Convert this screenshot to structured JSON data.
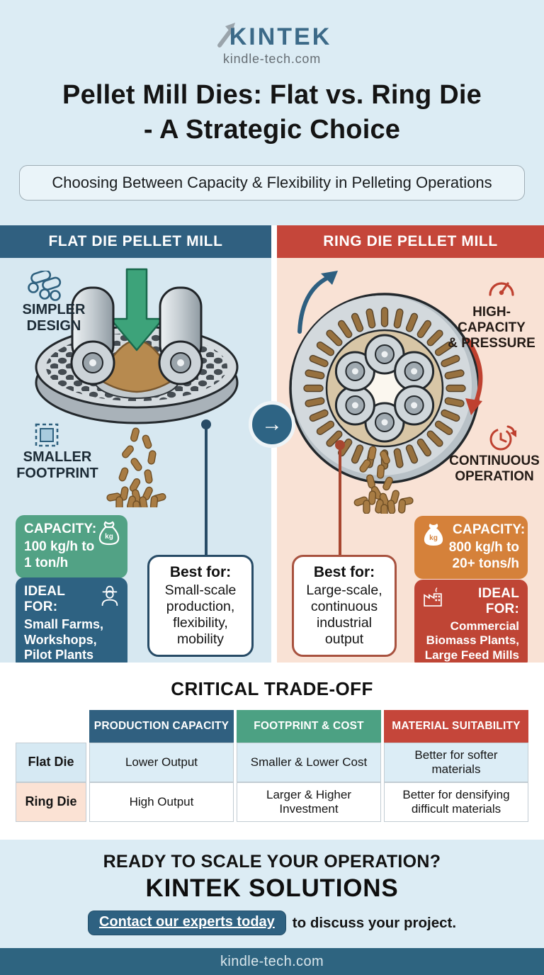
{
  "brand": {
    "name": "KINTEK",
    "website": "kindle-tech.com"
  },
  "header": {
    "title": "Pellet Mill Dies: Flat vs. Ring Die\n- A Strategic Choice",
    "subtitle": "Choosing Between Capacity & Flexibility in Pelleting Operations"
  },
  "flat_panel": {
    "header": "FLAT DIE PELLET MILL",
    "callout_design": "SIMPLER\nDESIGN",
    "callout_footprint": "SMALLER\nFOOTPRINT",
    "capacity": {
      "label": "CAPACITY:",
      "value": "100 kg/h to\n1 ton/h"
    },
    "ideal": {
      "label": "IDEAL FOR:",
      "value": "Small Farms,\nWorkshops,\nPilot Plants"
    },
    "best_for": {
      "label": "Best for:",
      "value": "Small-scale\nproduction,\nflexibility,\nmobility"
    }
  },
  "ring_panel": {
    "header": "RING DIE PELLET MILL",
    "callout_pressure": "HIGH-CAPACITY\n& PRESSURE",
    "callout_operation": "CONTINUOUS\nOPERATION",
    "capacity": {
      "label": "CAPACITY:",
      "value": "800 kg/h to\n20+ tons/h"
    },
    "ideal": {
      "label": "IDEAL FOR:",
      "value": "Commercial\nBiomass Plants,\nLarge Feed Mills"
    },
    "best_for": {
      "label": "Best for:",
      "value": "Large-scale,\ncontinuous\nindustrial\noutput"
    }
  },
  "tradeoff": {
    "title": "CRITICAL TRADE-OFF",
    "columns": [
      "PRODUCTION CAPACITY",
      "FOOTPRINT & COST",
      "MATERIAL SUITABILITY"
    ],
    "rows": [
      {
        "label": "Flat Die",
        "cells": [
          "Lower Output",
          "Smaller & Lower Cost",
          "Better for softer\nmaterials"
        ]
      },
      {
        "label": "Ring Die",
        "cells": [
          "High Output",
          "Larger & Higher\nInvestment",
          "Better for densifying\ndifficult materials"
        ]
      }
    ]
  },
  "cta": {
    "heading": "READY TO SCALE YOUR OPERATION?",
    "brand": "KINTEK SOLUTIONS",
    "button_label": "Contact our experts today",
    "button_suffix": "to discuss your project."
  },
  "footer": {
    "website": "kindle-tech.com"
  },
  "palette": {
    "blue": "#306080",
    "red": "#c5463a",
    "green": "#52a285",
    "orange": "#d5813a",
    "dark_red": "#bf4535",
    "light_blue_bg": "#dcecf4",
    "peach_bg": "#f9e2d5",
    "footer_bar": "#2e6480"
  }
}
